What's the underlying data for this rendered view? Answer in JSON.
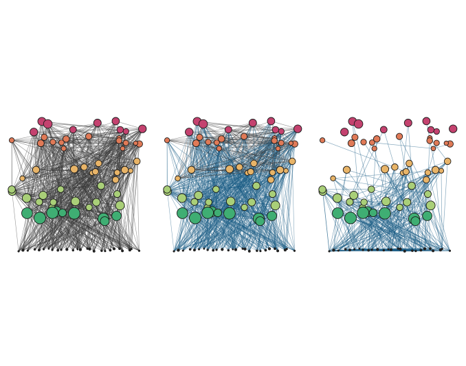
{
  "figure": {
    "panels": [
      {
        "id": "panel-1",
        "edge_style": "dark",
        "description": "all-edges-dark"
      },
      {
        "id": "panel-2",
        "edge_style": "mixed",
        "description": "dark-upper-blue-lower"
      },
      {
        "id": "panel-3",
        "edge_style": "blue-sparse",
        "description": "sparse-blue"
      }
    ],
    "colors": {
      "edge_dark": "#3a3a3a",
      "edge_blue": "#1d5f86",
      "node_outline": "#1a1a1a",
      "levels": [
        "#c4426f",
        "#e07a57",
        "#e8b468",
        "#a9cf78",
        "#3fae73",
        "#222222"
      ]
    },
    "layers": [
      {
        "level": 0,
        "count": 9
      },
      {
        "level": 1,
        "count": 14
      },
      {
        "level": 2,
        "count": 12
      },
      {
        "level": 3,
        "count": 14
      },
      {
        "level": 4,
        "count": 9
      },
      {
        "level": 5,
        "count": 26
      }
    ]
  }
}
